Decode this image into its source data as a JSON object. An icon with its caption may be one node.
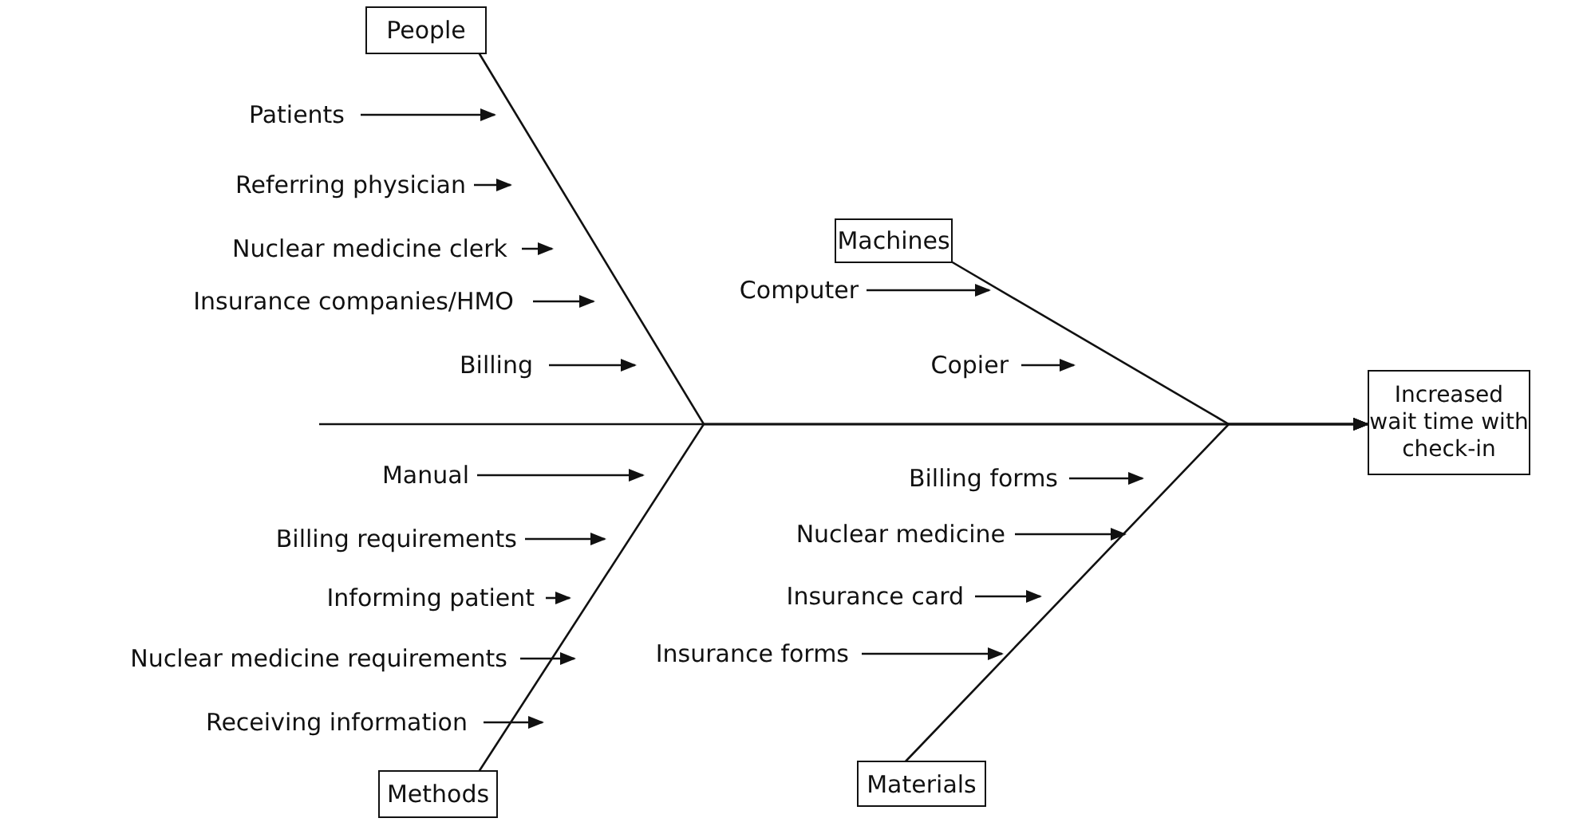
{
  "diagram": {
    "nodes": [
      {
        "text": [
          "People"
        ]
      },
      {
        "text": [
          "Patients"
        ]
      },
      {
        "text": [
          "Referring physician"
        ]
      },
      {
        "text": [
          "Nuclear medicine clerk"
        ]
      },
      {
        "text": [
          "Insurance companies/HMO"
        ]
      },
      {
        "text": [
          "Billing"
        ]
      },
      {
        "text": [
          "Machines"
        ]
      },
      {
        "text": [
          "Computer"
        ]
      },
      {
        "text": [
          "Copier"
        ]
      },
      {
        "text": [
          "Increased wait time with check-in"
        ]
      },
      {
        "text": [
          "Manual"
        ]
      },
      {
        "text": [
          "Billing requirements"
        ]
      },
      {
        "text": [
          "Informing patient"
        ]
      },
      {
        "text": [
          "Nuclear medicine requirements"
        ]
      },
      {
        "text": [
          "Receiving information"
        ]
      },
      {
        "text": [
          "Billing forms"
        ]
      },
      {
        "text": [
          "Nuclear medicine"
        ]
      },
      {
        "text": [
          "Insurance card"
        ]
      },
      {
        "text": [
          "Insurance forms"
        ]
      },
      {
        "text": [
          "Methods"
        ]
      },
      {
        "text": [
          "Materials"
        ]
      }
    ],
    "edges": [
      {
        "from": 0,
        "to": 9,
        "arrow": "to"
      },
      {
        "from": 6,
        "to": 9,
        "arrow": "to"
      },
      {
        "from": 19,
        "to": 9,
        "arrow": "to"
      },
      {
        "from": 20,
        "to": 9,
        "arrow": "to"
      },
      {
        "from": null,
        "to": 9,
        "arrow": "to"
      },
      {
        "from": 1,
        "to": null,
        "arrow": "to"
      },
      {
        "from": 2,
        "to": null,
        "arrow": "to"
      },
      {
        "from": 3,
        "to": null,
        "arrow": "to"
      },
      {
        "from": 4,
        "to": null,
        "arrow": "to"
      },
      {
        "from": 5,
        "to": null,
        "arrow": "to"
      },
      {
        "from": 7,
        "to": null,
        "arrow": "to"
      },
      {
        "from": 8,
        "to": null,
        "arrow": "to"
      },
      {
        "from": 10,
        "to": null,
        "arrow": "to"
      },
      {
        "from": 11,
        "to": null,
        "arrow": "to"
      },
      {
        "from": 12,
        "to": null,
        "arrow": "to"
      },
      {
        "from": 13,
        "to": null,
        "arrow": "to"
      },
      {
        "from": 14,
        "to": null,
        "arrow": "to"
      },
      {
        "from": 15,
        "to": null,
        "arrow": "to"
      },
      {
        "from": 16,
        "to": null,
        "arrow": "to"
      },
      {
        "from": 17,
        "to": null,
        "arrow": "to"
      },
      {
        "from": 18,
        "to": null,
        "arrow": "to"
      }
    ]
  }
}
